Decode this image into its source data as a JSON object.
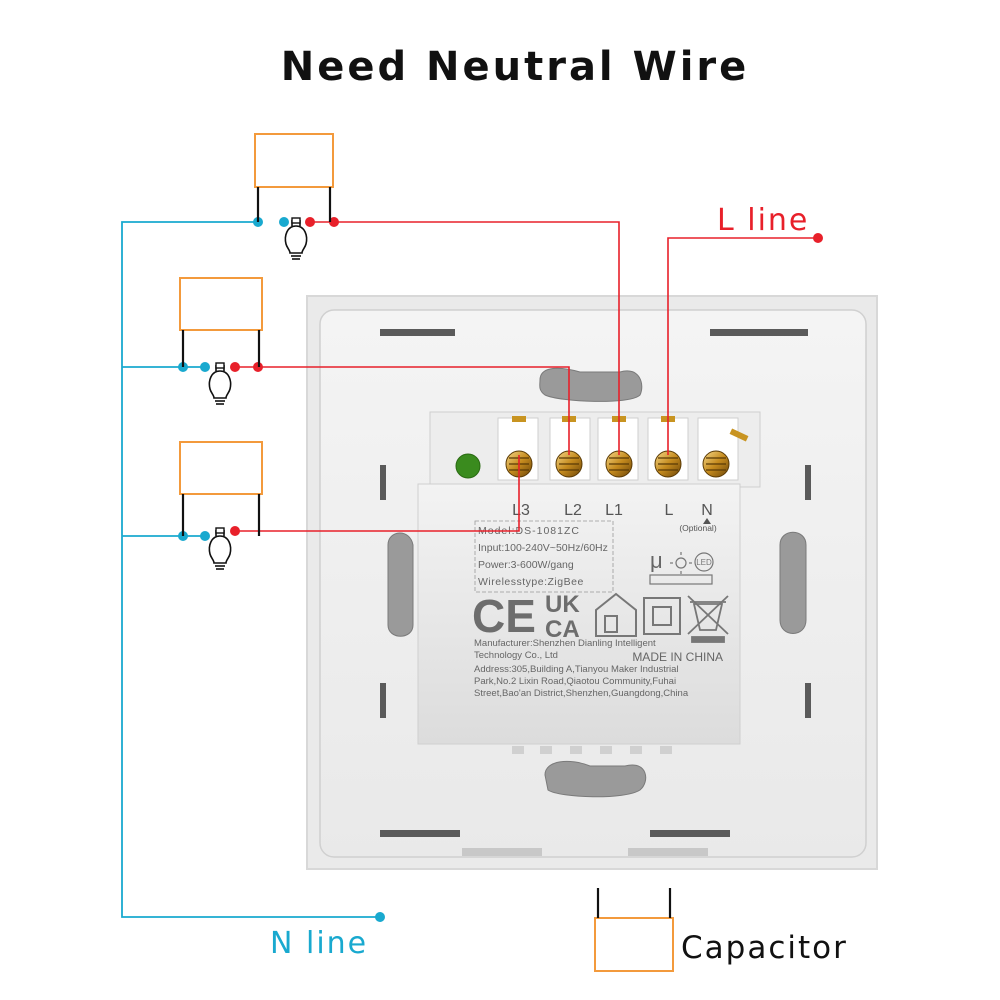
{
  "title": "Need Neutral Wire",
  "labels": {
    "l_line": "L line",
    "n_line": "N line",
    "capacitor": "Capacitor"
  },
  "terminals": [
    "L3",
    "L2",
    "L1",
    "L",
    "N"
  ],
  "terminal_note": "(Optional)",
  "product_label": {
    "model": "Model:DS-1081ZC",
    "input": "Input:100-240V~50Hz/60Hz",
    "power": "Power:3-600W/gang",
    "wireless": "Wirelesstype:ZigBee",
    "cert_marks": [
      "CE",
      "UK",
      "CA"
    ],
    "manufacturer_1": "Manufacturer:Shenzhen Dianling Intelligent",
    "manufacturer_2": "Technology Co., Ltd",
    "made_in": "MADE IN CHINA",
    "address_1": "Address:305,Building A,Tianyou Maker Industrial",
    "address_2": "Park,No.2 Lixin Road,Qiaotou Community,Fuhai",
    "address_3": "Street,Bao'an District,Shenzhen,Guangdong,China",
    "led_text": "LED",
    "mu_symbol": "μ"
  },
  "colors": {
    "neutral_wire": "#19a9cf",
    "live_wire": "#e8202a",
    "capacitor": "#f39a3c",
    "panel": "#f2f2f2"
  },
  "icons": [
    "bulb-icon",
    "capacitor-icon",
    "house-icon",
    "double-square-icon",
    "weee-bin-icon",
    "led-icon",
    "sun-icon"
  ]
}
